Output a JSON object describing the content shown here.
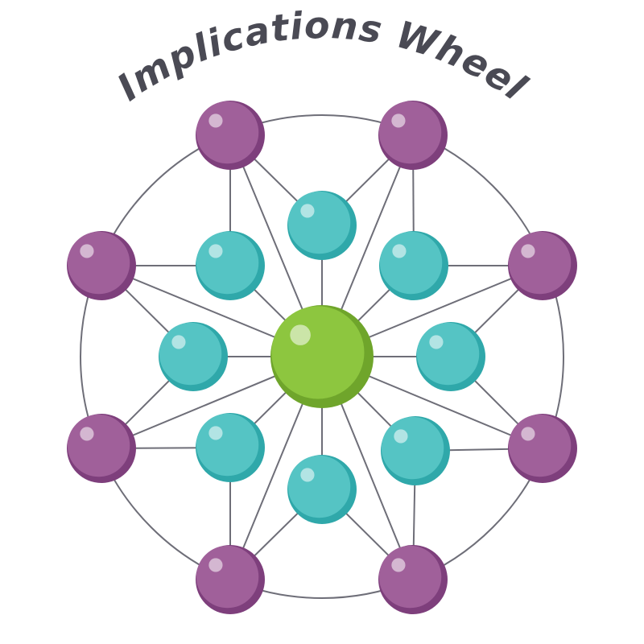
{
  "title": "Implications Wheel",
  "colors": {
    "title": "#4a4a54",
    "lines": "#6e6e78",
    "center_fill": "#8dc63f",
    "center_shadow": "#6fa52b",
    "first_order_fill": "#55c4c4",
    "first_order_shadow": "#2fa8aa",
    "second_order_fill": "#a0609a",
    "second_order_shadow": "#7e3f7c",
    "highlight": "#ffffff"
  },
  "structure": {
    "center_nodes": 1,
    "first_order_nodes": 8,
    "second_order_nodes": 8
  }
}
